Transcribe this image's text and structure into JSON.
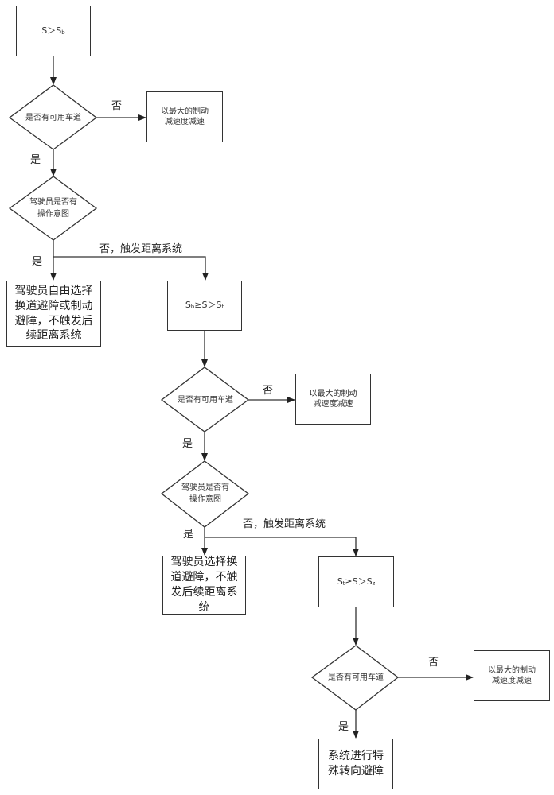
{
  "stage1": {
    "condition": {
      "main": "S＞S",
      "sub": "b"
    },
    "lane_decision": "是否有可用车道",
    "no_label": "否",
    "yes_label": "是",
    "brake_box": [
      "以最大的制动",
      "减速度减速"
    ],
    "intent_decision": [
      "驾驶员是否有",
      "操作意图"
    ],
    "intent_yes_label": "是",
    "intent_no_label": "否，触发距离系统",
    "driver_box": [
      "驾驶员自由选择",
      "换道避障或制动",
      "避障，不触发后",
      "续距离系统"
    ]
  },
  "stage2": {
    "condition": {
      "pre_sub": "b",
      "main_mid": "≥S＞S",
      "post_sub": "t"
    },
    "lane_decision": "是否有可用车道",
    "no_label": "否",
    "yes_label": "是",
    "brake_box": [
      "以最大的制动",
      "减速度减速"
    ],
    "intent_decision": [
      "驾驶员是否有",
      "操作意图"
    ],
    "intent_yes_label": "是",
    "intent_no_label": "否，触发距离系统",
    "driver_box": [
      "驾驶员选择换",
      "道避障，不触",
      "发后续距离系",
      "统"
    ]
  },
  "stage3": {
    "condition": {
      "pre_sub": "t",
      "main_mid": "≥S＞S",
      "post_sub": "z"
    },
    "lane_decision": "是否有可用车道",
    "no_label": "否",
    "yes_label": "是",
    "brake_box": [
      "以最大的制动",
      "减速度减速"
    ],
    "system_box": [
      "系统进行特",
      "殊转向避障"
    ]
  }
}
